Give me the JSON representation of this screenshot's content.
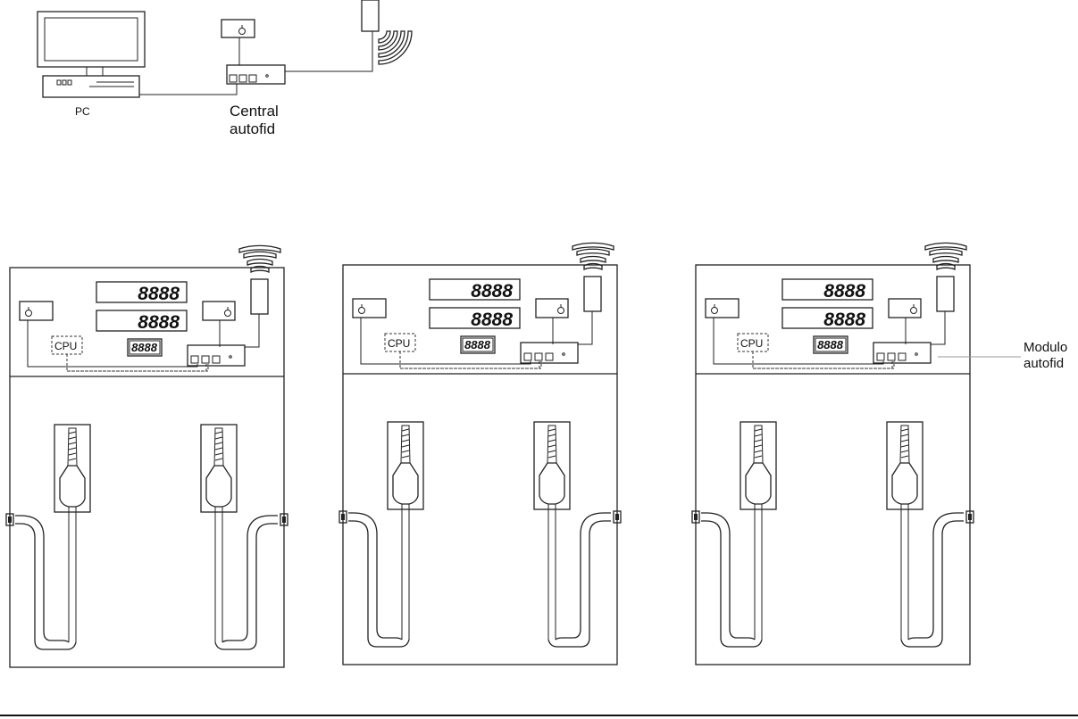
{
  "labels": {
    "pc": "PC",
    "central_line1": "Central",
    "central_line2": "autofid",
    "modulo_line1": "Modulo",
    "modulo_line2": "autofid"
  },
  "pumps": [
    {
      "display_top": "8888",
      "display_mid": "8888",
      "display_small": "8888",
      "cpu_label": "CPU"
    },
    {
      "display_top": "8888",
      "display_mid": "8888",
      "display_small": "8888",
      "cpu_label": "CPU"
    },
    {
      "display_top": "8888",
      "display_mid": "8888",
      "display_small": "8888",
      "cpu_label": "CPU"
    }
  ]
}
